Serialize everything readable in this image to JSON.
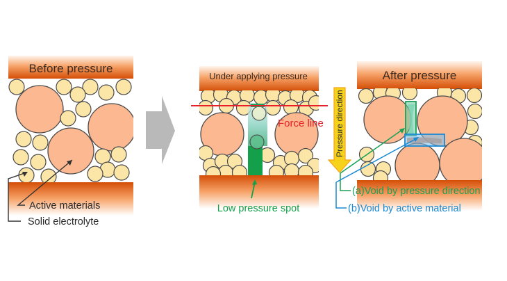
{
  "colors": {
    "plate_dark": "#d9550a",
    "plate_light": "#fbe2cc",
    "active_fill": "#fbb891",
    "electrolyte_fill": "#fce6a7",
    "outline": "#4a4a4a",
    "force_line": "#e8202a",
    "low_pressure": "#14a04a",
    "void_a": "#19a055",
    "void_b": "#1a8ad4",
    "arrow_gray": "#b9b9b9",
    "pressure_arrow": "#f7d21a",
    "pressure_arrow_border": "#f5a318"
  },
  "panels": [
    {
      "id": "before",
      "title": "Before pressure",
      "labels": {
        "active": "Active materials",
        "electrolyte": "Solid electrolyte"
      }
    },
    {
      "id": "under",
      "title": "Under applying pressure",
      "labels": {
        "force_line": "Force line",
        "low_pressure": "Low pressure spot"
      }
    },
    {
      "id": "after",
      "title": "After pressure",
      "labels": {
        "pressure_direction": "Pressure direction",
        "void_a": "(a)Void by pressure direction",
        "void_b": "(b)Void by active material"
      }
    }
  ],
  "transition_arrow": "right-arrow-icon"
}
